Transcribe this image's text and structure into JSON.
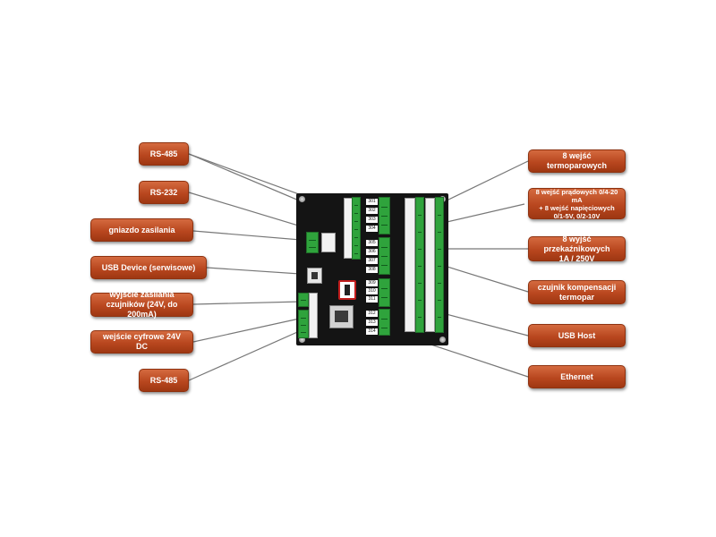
{
  "labels": {
    "rs485_top": "RS-485",
    "rs232": "RS-232",
    "power_socket": "gniazdo zasilania",
    "usb_device": "USB Device (serwisowe)",
    "sensor_power": "wyjście zasilania\nczujników (24V, do 200mA)",
    "digital_input": "wejście cyfrowe 24V DC",
    "rs485_bottom": "RS-485",
    "thermocouple_inputs": "8 wejść termoparowych",
    "current_voltage_inputs": "8 wejść prądowych 0/4-20 mA\n+ 8 wejść napięciowych\n0/1-5V, 0/2-10V",
    "relay_outputs": "8 wyjść przekaźnikowych\n1A / 250V",
    "cold_junction": "czujnik kompensacji\ntermopar",
    "usb_host": "USB Host",
    "ethernet": "Ethernet"
  },
  "terminal_numbers": {
    "group1": [
      "301",
      "302",
      "303",
      "304"
    ],
    "group2": [
      "305",
      "306",
      "307",
      "308"
    ],
    "group3": [
      "309",
      "310",
      "311"
    ],
    "group4": [
      "312",
      "313",
      "314"
    ]
  },
  "colors": {
    "label_fill": "#b9471f",
    "board": "#141414",
    "terminal": "#2fa33c",
    "usb_host_frame": "#c21d1d"
  }
}
